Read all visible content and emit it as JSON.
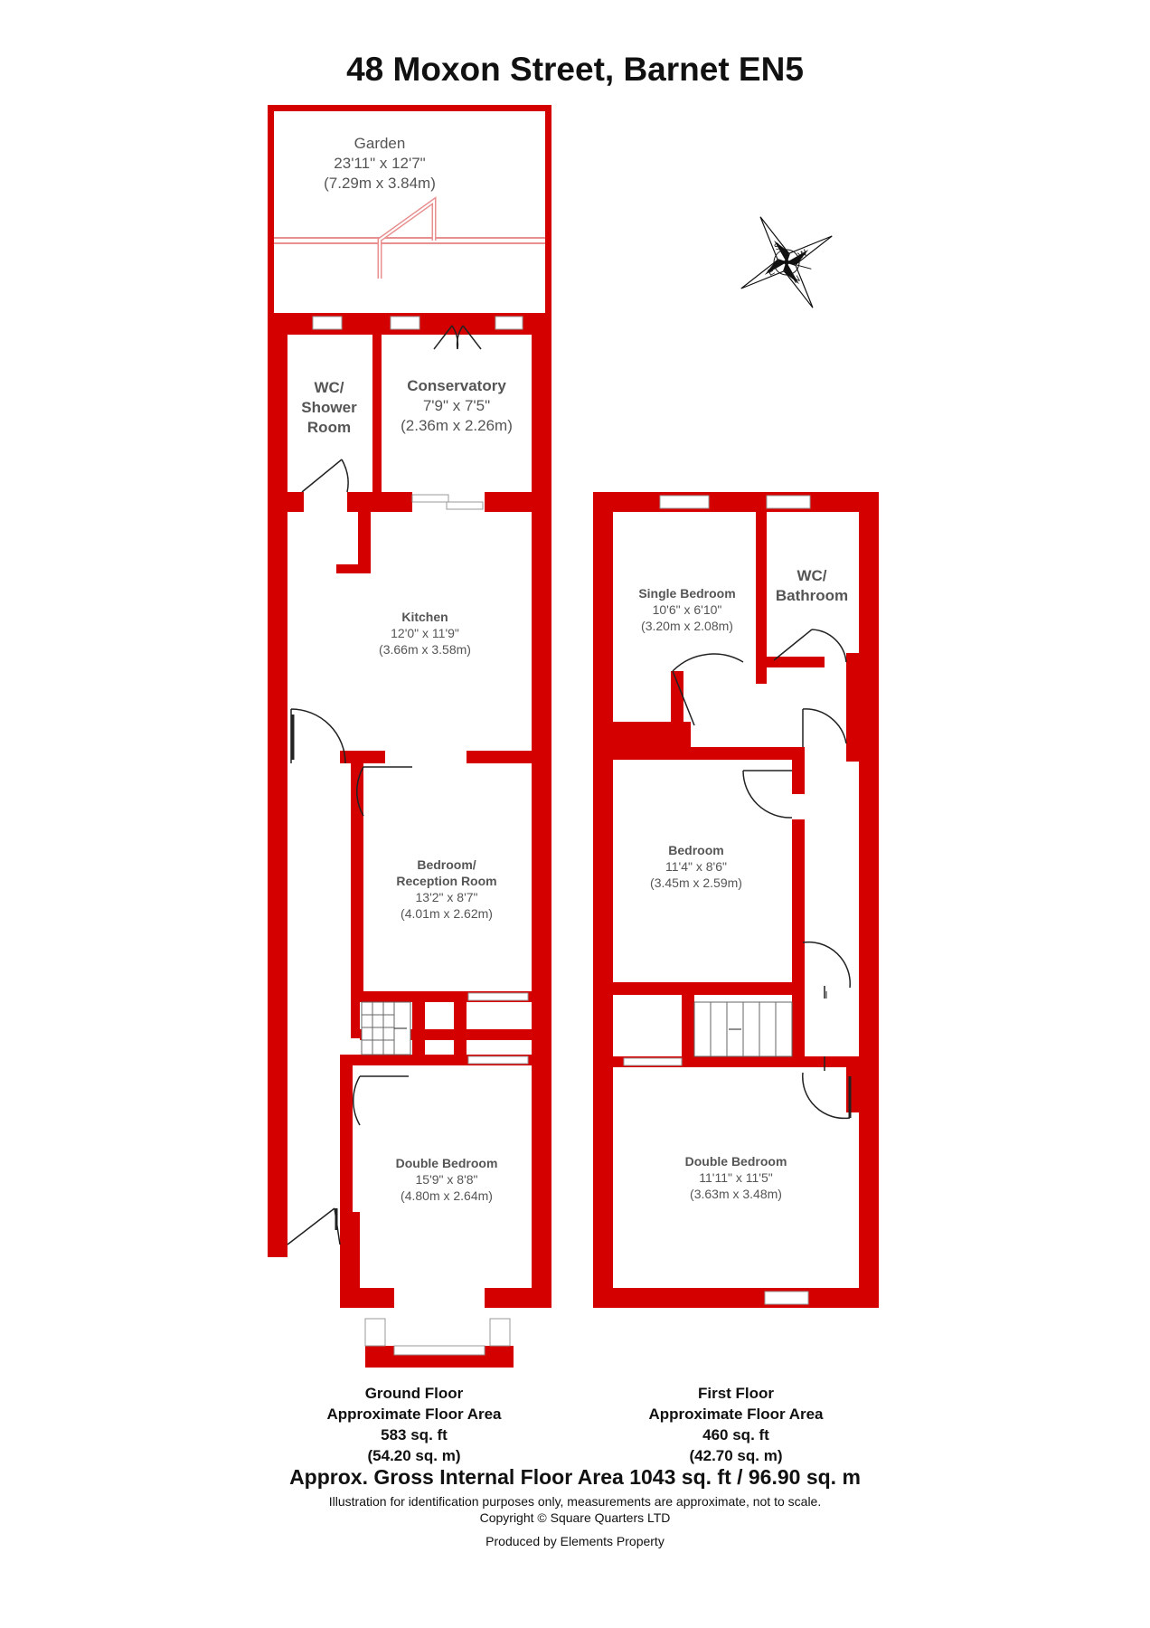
{
  "title": "48 Moxon Street, Barnet EN5",
  "compass": {
    "letters": [
      "S",
      "W",
      "N",
      "E"
    ]
  },
  "rooms": {
    "garden": {
      "name": "Garden",
      "imperial": "23'11\" x 12'7\"",
      "metric": "(7.29m x 3.84m)"
    },
    "wc_shower": {
      "line1": "WC/",
      "line2": "Shower",
      "line3": "Room"
    },
    "conservatory": {
      "name": "Conservatory",
      "imperial": "7'9\" x 7'5\"",
      "metric": "(2.36m x 2.26m)"
    },
    "kitchen": {
      "name": "Kitchen",
      "imperial": "12'0\" x 11'9\"",
      "metric": "(3.66m x 3.58m)"
    },
    "bedroom_reception": {
      "line1": "Bedroom/",
      "line2": "Reception Room",
      "imperial": "13'2\" x 8'7\"",
      "metric": "(4.01m x 2.62m)"
    },
    "double_bedroom_ground": {
      "name": "Double Bedroom",
      "imperial": "15'9\" x 8'8\"",
      "metric": "(4.80m x 2.64m)"
    },
    "single_bedroom": {
      "name": "Single Bedroom",
      "imperial": "10'6\" x 6'10\"",
      "metric": "(3.20m x 2.08m)"
    },
    "wc_bathroom": {
      "line1": "WC/",
      "line2": "Bathroom"
    },
    "bedroom": {
      "name": "Bedroom",
      "imperial": "11'4\" x 8'6\"",
      "metric": "(3.45m x 2.59m)"
    },
    "double_bedroom_first": {
      "name": "Double Bedroom",
      "imperial": "11'11\" x 11'5\"",
      "metric": "(3.63m x 3.48m)"
    }
  },
  "floors": {
    "ground": {
      "name": "Ground Floor",
      "label": "Approximate Floor Area",
      "sqft": "583 sq. ft",
      "sqm": "(54.20 sq. m)"
    },
    "first": {
      "name": "First Floor",
      "label": "Approximate Floor Area",
      "sqft": "460 sq. ft",
      "sqm": "(42.70 sq. m)"
    }
  },
  "gross_area": "Approx. Gross Internal Floor Area 1043 sq. ft / 96.90 sq. m",
  "disclaimer": "Illustration for identification purposes only, measurements are approximate, not to scale.",
  "copyright": "Copyright © Square Quarters LTD",
  "produced_by": "Produced by Elements Property",
  "colors": {
    "wall": "#d40000",
    "window": "#ffffff",
    "text": "#555555"
  }
}
